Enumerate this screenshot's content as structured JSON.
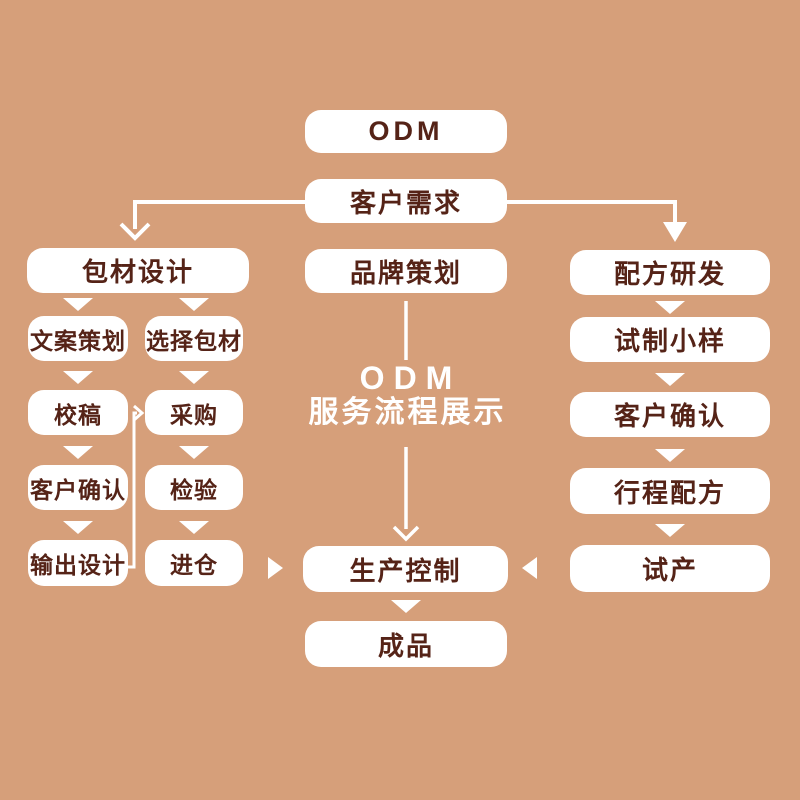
{
  "colors": {
    "background": "#d69f7a",
    "box_bg": "#ffffff",
    "box_text": "#552317",
    "connector": "#ffffff"
  },
  "center_title": {
    "line1": "ODM",
    "line2": "服务流程展示"
  },
  "nodes": {
    "odm": "ODM",
    "customer_needs": "客户需求",
    "packaging_design": "包材设计",
    "brand_planning": "品牌策划",
    "formula_rd": "配方研发",
    "copywriting": "文案策划",
    "select_packaging": "选择包材",
    "proofreading": "校稿",
    "procurement": "采购",
    "customer_confirm_left": "客户确认",
    "inspection": "检验",
    "output_design": "输出设计",
    "warehousing": "进仓",
    "trial_sample": "试制小样",
    "customer_confirm_right": "客户确认",
    "schedule_formula": "行程配方",
    "trial_production": "试产",
    "production_control": "生产控制",
    "finished_product": "成品"
  }
}
